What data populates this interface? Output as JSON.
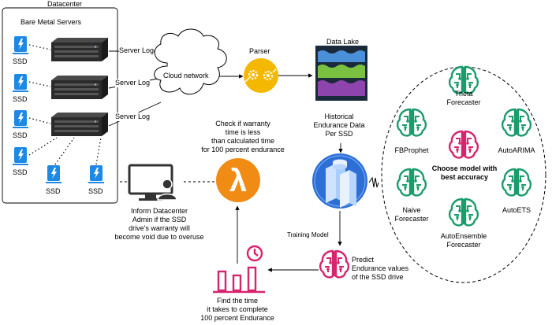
{
  "datacenter": {
    "title": "Datacenter",
    "bare_metal_label": "Bare Metal Servers",
    "ssd_label": "SSD",
    "server_log_label": "Server Log"
  },
  "cloud": {
    "label": "Cloud network"
  },
  "parser": {
    "label": "Parser"
  },
  "data_lake": {
    "label": "Data Lake"
  },
  "historical": {
    "line1": "Historical",
    "line2": "Endurance Data",
    "line3": "Per SSD"
  },
  "training": {
    "label": "Training Model"
  },
  "models": {
    "theta": {
      "line1": "Theta",
      "line2": "Forecaster"
    },
    "fbprophet": "FBProphet",
    "autoarima": "AutoARIMA",
    "choose": {
      "line1": "Choose model with",
      "line2": "best accuracy"
    },
    "naive": {
      "line1": "Naive",
      "line2": "Forecaster"
    },
    "autoets": "AutoETS",
    "autoensemble": {
      "line1": "AutoEnsemble",
      "line2": "Forecaster"
    }
  },
  "predict": {
    "line1": "Predict",
    "line2": "Endurance values",
    "line3": "of the SSD drive"
  },
  "find_time": {
    "line1": "Find the time",
    "line2": "it takes to complete",
    "line3": "100 percent Endurance"
  },
  "lambda_check": {
    "line1": "Check if warranty",
    "line2": "time is less",
    "line3": "than calculated time",
    "line4": "for 100 percent endurance"
  },
  "inform": {
    "line1": "Inform Datacenter",
    "line2": "Admin if the SSD",
    "line3": "drive's warranty will",
    "line4": "become void due to overuse"
  },
  "colors": {
    "ssd_blue": "#1e88e5",
    "server_dark": "#2b2b2b",
    "parser_gold": "#f5b800",
    "lake_dark": "#1b2a3a",
    "lake_blue": "#4a90d9",
    "lake_green": "#7ac142",
    "lake_purple": "#8e44ad",
    "model_green": "#1a9c6b",
    "model_pink": "#d6246e",
    "lambda_orange": "#f08c14",
    "sagemaker_blue": "#2e6fd6",
    "admin_gray": "#333333"
  }
}
